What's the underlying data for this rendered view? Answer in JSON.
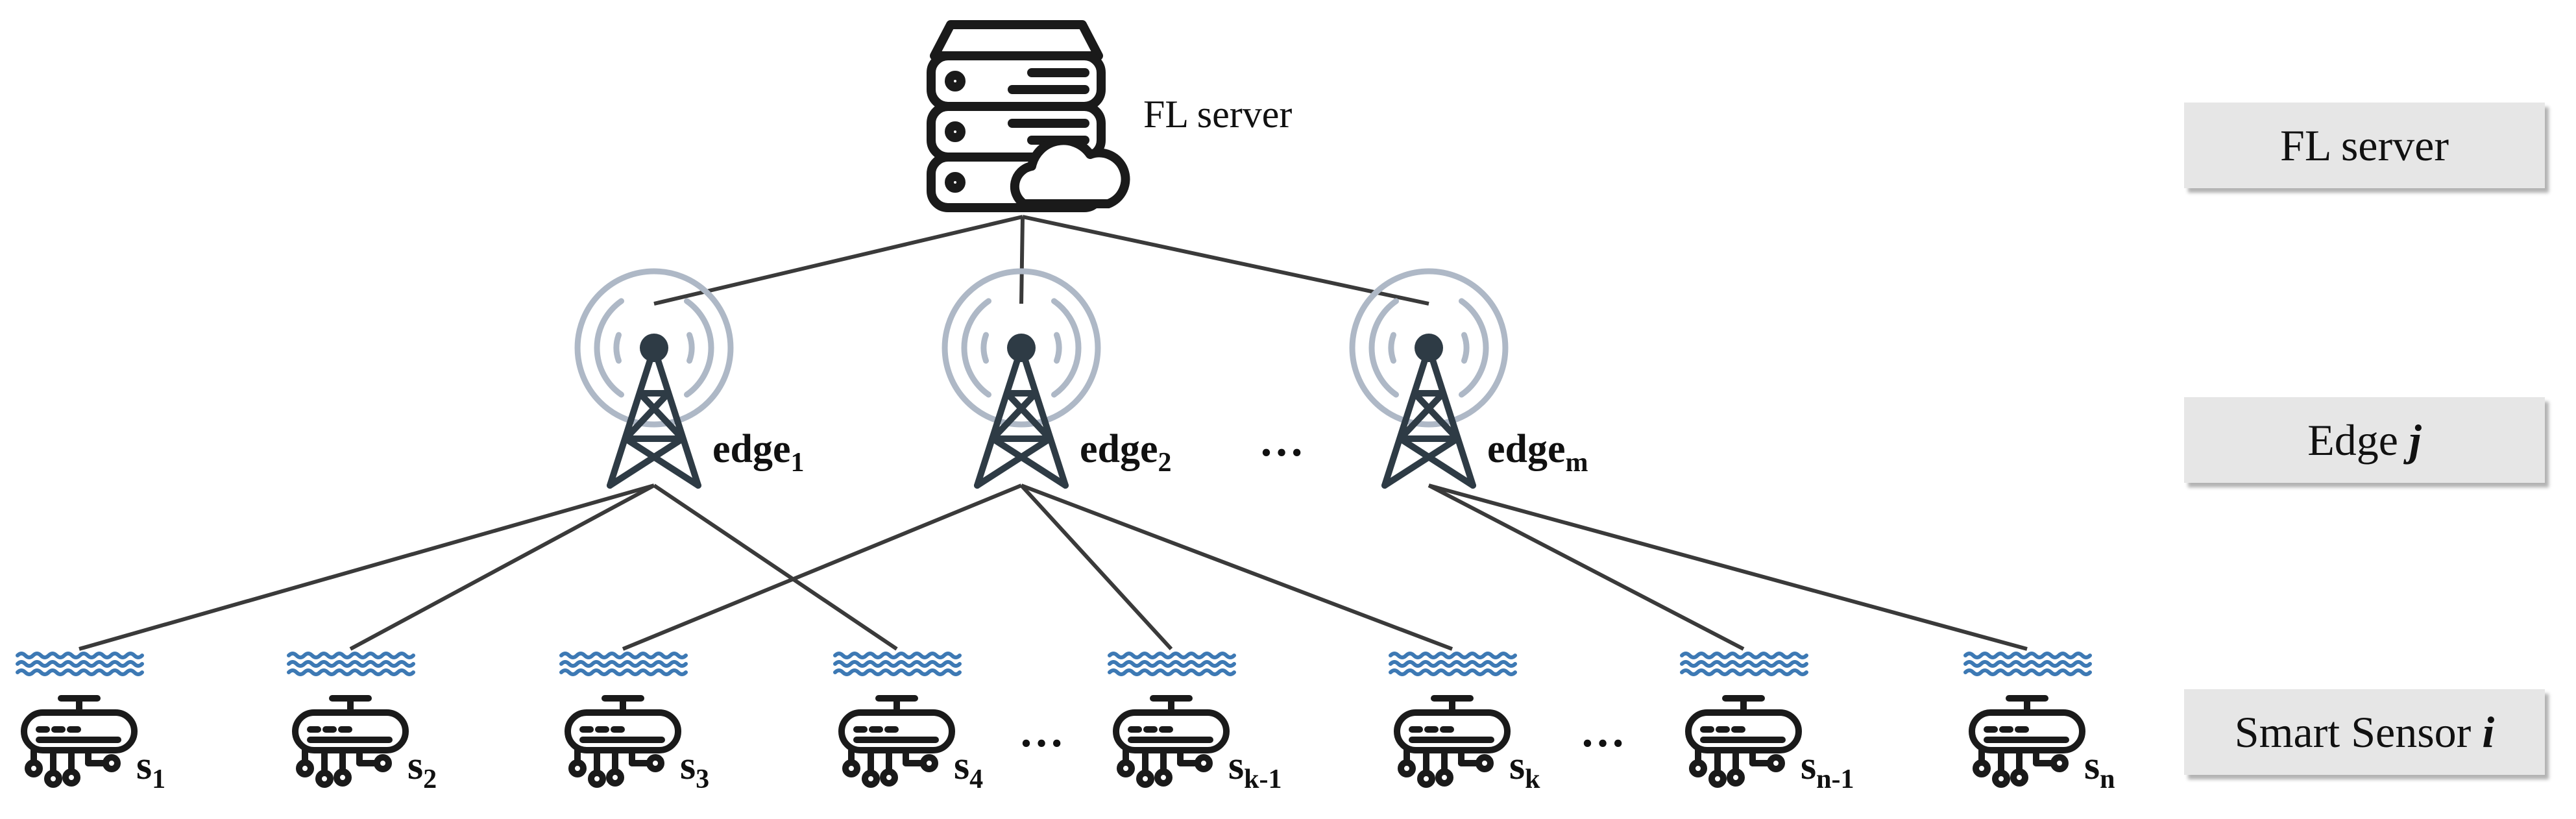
{
  "diagram": {
    "server_label": "FL server",
    "edges": [
      {
        "name": "edge",
        "sub": "1"
      },
      {
        "name": "edge",
        "sub": "2"
      },
      {
        "name": "edge",
        "sub": "m"
      }
    ],
    "edge_ellipsis": "…",
    "sensors": [
      {
        "name": "s",
        "sub": "1"
      },
      {
        "name": "s",
        "sub": "2"
      },
      {
        "name": "s",
        "sub": "3"
      },
      {
        "name": "s",
        "sub": "4"
      },
      {
        "name": "s",
        "sub": "k-1"
      },
      {
        "name": "s",
        "sub": "k"
      },
      {
        "name": "s",
        "sub": "n-1"
      },
      {
        "name": "s",
        "sub": "n"
      }
    ],
    "sensor_ellipses": [
      "…",
      "…"
    ],
    "connections": {
      "server_to_edges": [
        0,
        1,
        2
      ],
      "edge_to_sensors": [
        [
          0,
          0
        ],
        [
          0,
          1
        ],
        [
          0,
          3
        ],
        [
          1,
          2
        ],
        [
          1,
          4
        ],
        [
          1,
          5
        ],
        [
          2,
          6
        ],
        [
          2,
          7
        ]
      ]
    },
    "colors": {
      "line": "#3a3a3a",
      "icon": "#1a1a1a",
      "tower": "#2e3b45",
      "signal": "#aeb8c6",
      "water": "#3d79b4",
      "box": "#e6e6e6"
    },
    "icons": {
      "server": "server-cloud-icon",
      "edge": "cell-tower-icon",
      "sensor": "underwater-sensor-icon"
    }
  },
  "levels": {
    "server": {
      "text": "FL server",
      "var": ""
    },
    "edge": {
      "text": "Edge ",
      "var": "j"
    },
    "sensor": {
      "text": "Smart Sensor ",
      "var": "i"
    }
  }
}
